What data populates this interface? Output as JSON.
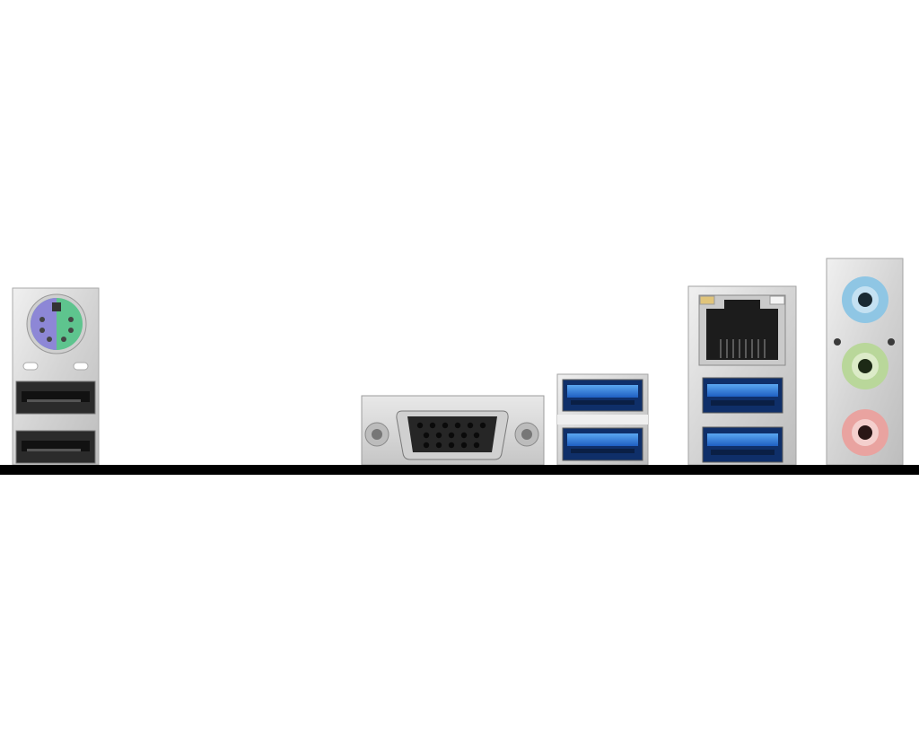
{
  "image": {
    "subject": "motherboard-rear-io-panel",
    "background_color": "#ffffff",
    "pcb_edge_color": "#000000",
    "metal_color": "#d8d8d8",
    "ports": [
      {
        "id": "ps2-combo",
        "kind": "PS/2 combo",
        "colors": [
          "#8d87d6",
          "#5ec48e"
        ]
      },
      {
        "id": "usb2-left-top",
        "kind": "USB 2.0",
        "color": "#1a1a1a"
      },
      {
        "id": "usb2-left-bottom",
        "kind": "USB 2.0",
        "color": "#1a1a1a"
      },
      {
        "id": "vga",
        "kind": "VGA",
        "color": "#2a2a2a"
      },
      {
        "id": "usb3-mid-top",
        "kind": "USB 3.0",
        "color": "#2f6fd0"
      },
      {
        "id": "usb3-mid-bottom",
        "kind": "USB 3.0",
        "color": "#2f6fd0"
      },
      {
        "id": "rj45",
        "kind": "LAN",
        "color": "#1a1a1a"
      },
      {
        "id": "usb3-right-top",
        "kind": "USB 3.0",
        "color": "#2f6fd0"
      },
      {
        "id": "usb3-right-bottom",
        "kind": "USB 3.0",
        "color": "#2f6fd0"
      },
      {
        "id": "audio-line-in",
        "kind": "3.5mm audio",
        "color": "#8fc6e4"
      },
      {
        "id": "audio-line-out",
        "kind": "3.5mm audio",
        "color": "#b9d79a"
      },
      {
        "id": "audio-mic",
        "kind": "3.5mm audio",
        "color": "#e9a3a0"
      }
    ]
  }
}
